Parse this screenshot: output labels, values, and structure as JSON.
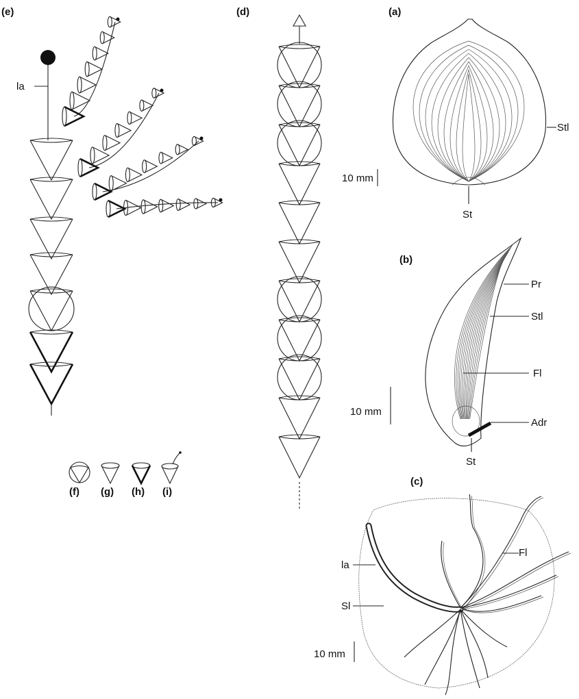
{
  "panels": {
    "a": "(a)",
    "b": "(b)",
    "c": "(c)",
    "d": "(d)",
    "e": "(e)",
    "f": "(f)",
    "g": "(g)",
    "h": "(h)",
    "i": "(i)"
  },
  "labels": {
    "a_stl": "Stl",
    "a_st": "St",
    "b_pr": "Pr",
    "b_stl": "Stl",
    "b_fl": "Fl",
    "b_adr": "Adr",
    "b_st": "St",
    "c_fl": "Fl",
    "c_la": "la",
    "c_sl": "Sl",
    "e_la": "la"
  },
  "scale_bars": {
    "a": "10 mm",
    "b": "10 mm",
    "c": "10 mm"
  },
  "colors": {
    "ink": "#111111",
    "background": "#ffffff"
  }
}
